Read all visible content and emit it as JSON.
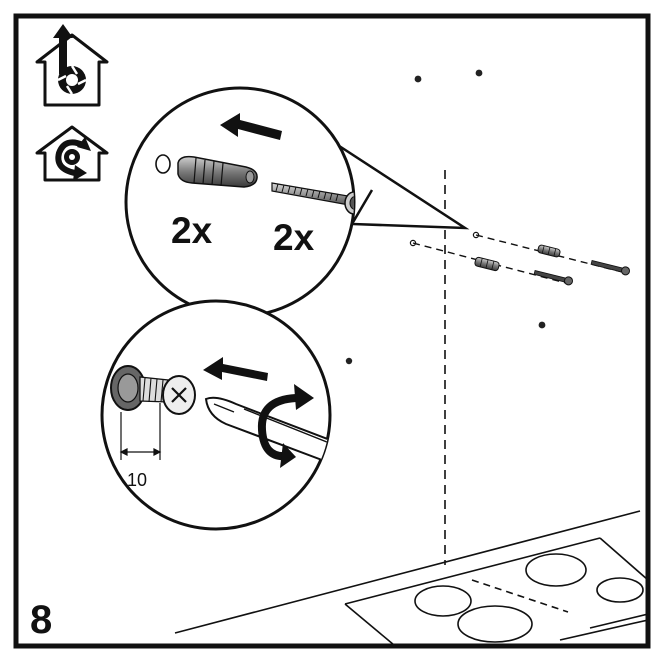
{
  "step": {
    "number": "8"
  },
  "mode_icons": [
    {
      "name": "ducted-exhaust-icon"
    },
    {
      "name": "recirculation-icon"
    }
  ],
  "detail_upper": {
    "dowel_quantity": "2x",
    "screw_quantity": "2x"
  },
  "detail_lower": {
    "dimension_value": "10"
  },
  "colors": {
    "line": "#111111",
    "background": "#ffffff",
    "dark_fill": "#333333",
    "mid_fill": "#7a7a7a"
  }
}
